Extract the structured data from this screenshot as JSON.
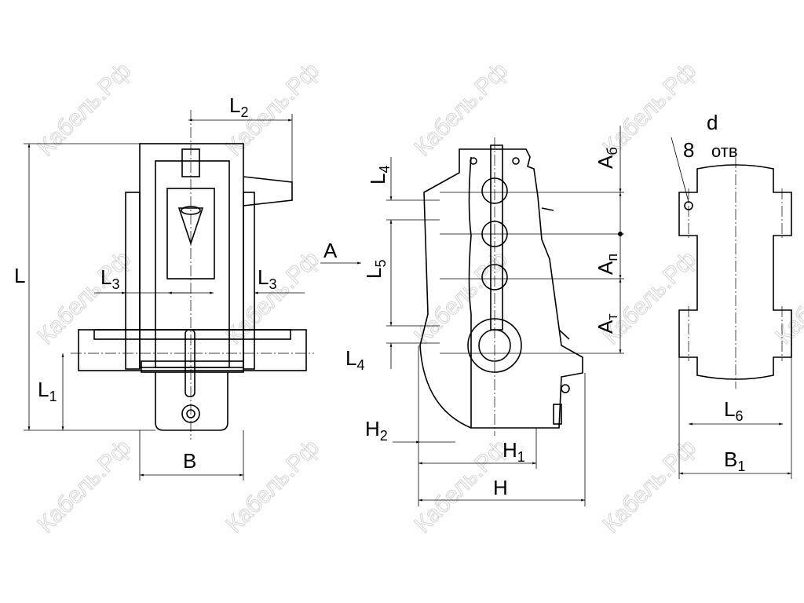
{
  "watermark": "Кабель.Рф",
  "labels": {
    "L": "L",
    "L1": "1",
    "L2": "2",
    "L3": "3",
    "L4": "4",
    "L5": "5",
    "L6": "6",
    "L_letter": "L",
    "A": "A",
    "B": "B",
    "B1_sub": "1",
    "H": "H",
    "H1_sub": "1",
    "H2_sub": "2",
    "A_b": "б",
    "A_p": "п",
    "A_t": "т",
    "d": "d",
    "holes_count": "8",
    "holes_text": "отв"
  }
}
